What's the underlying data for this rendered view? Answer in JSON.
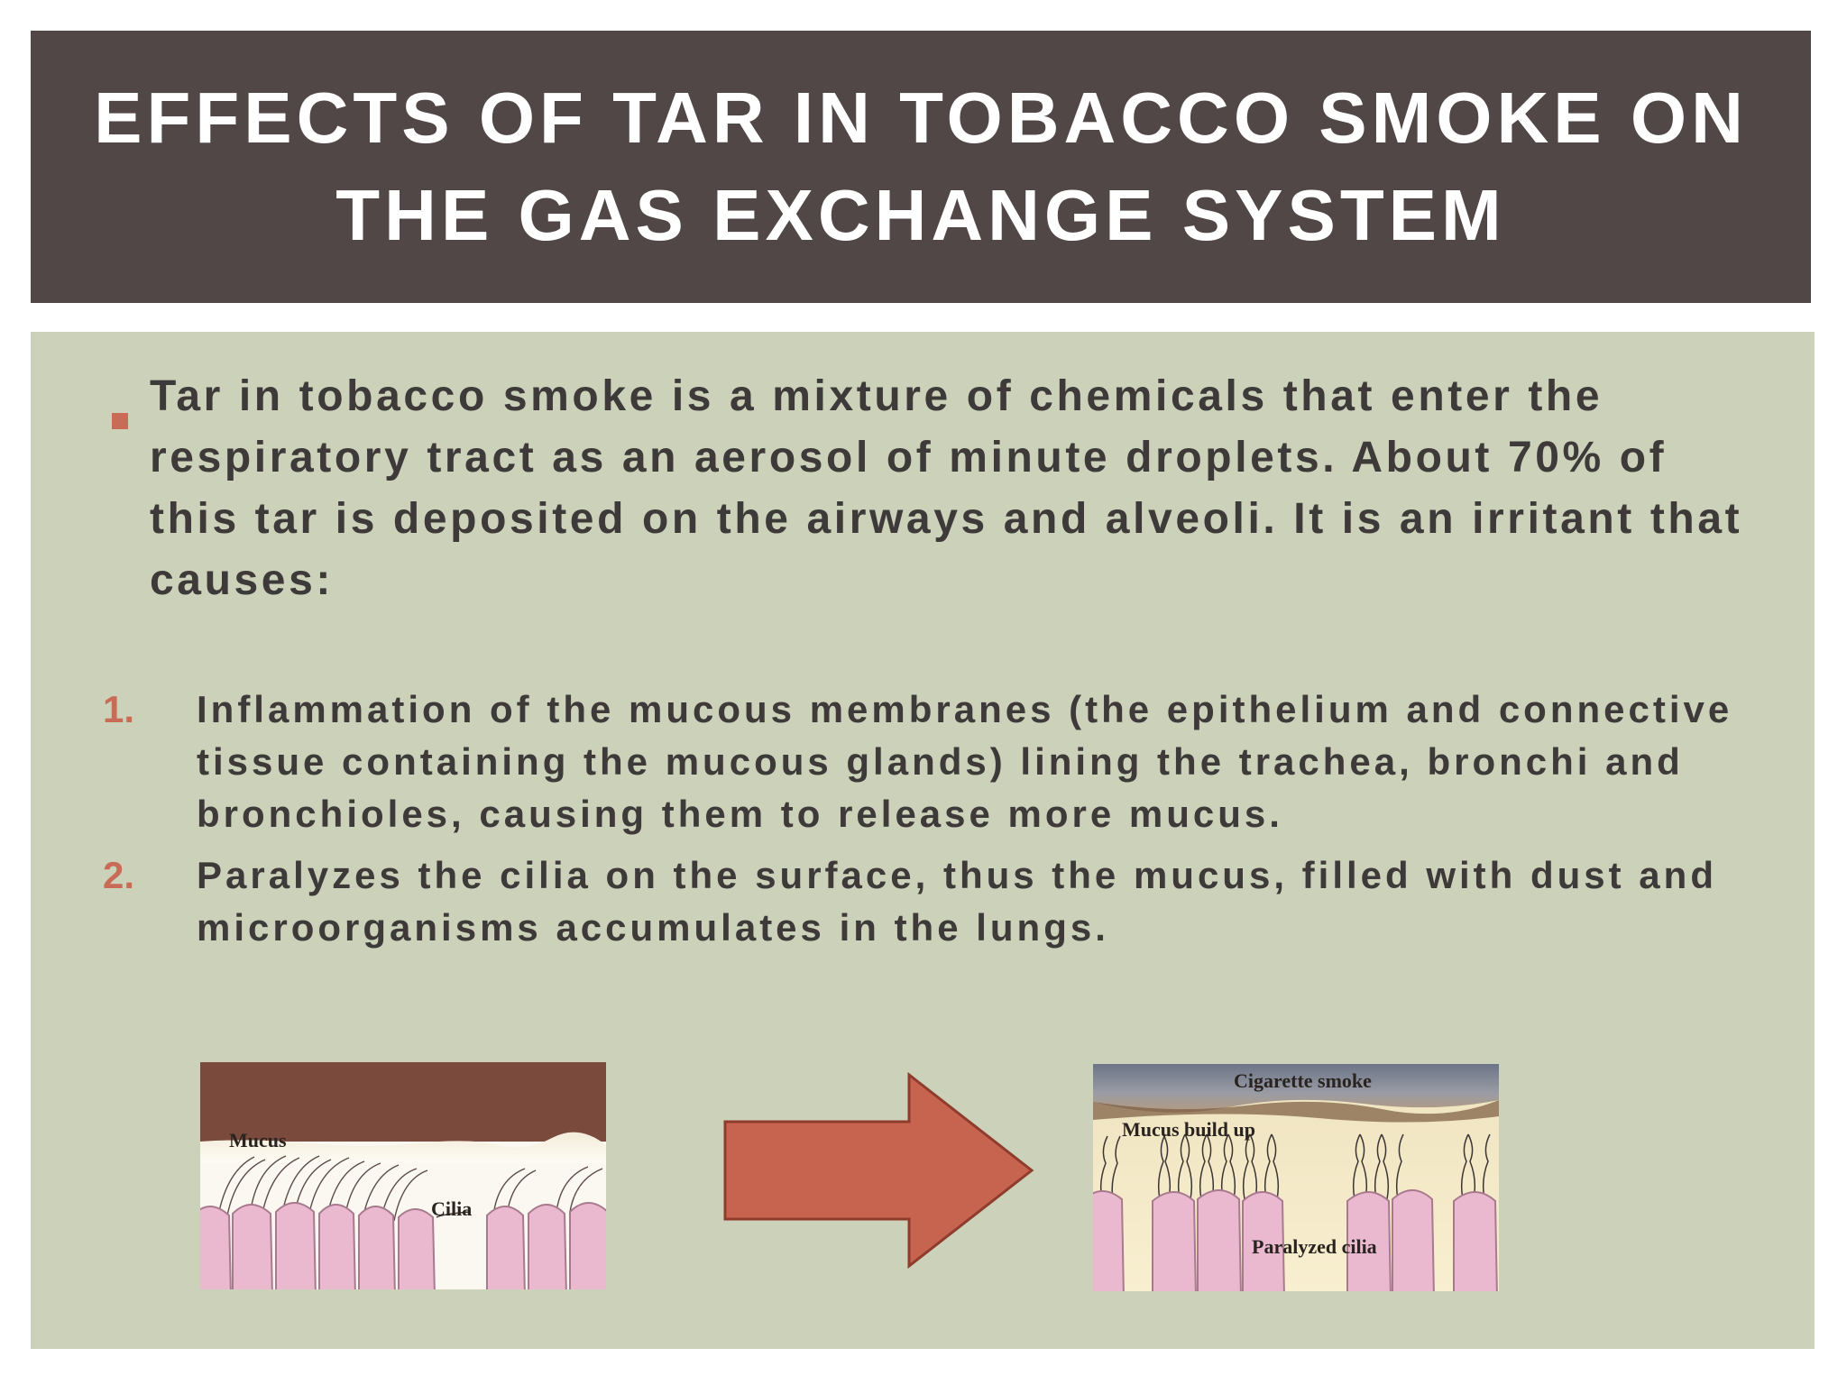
{
  "slide": {
    "title": "EFFECTS OF TAR IN TOBACCO SMOKE ON THE GAS EXCHANGE SYSTEM",
    "bullet": "Tar in tobacco smoke is a mixture of chemicals that enter the respiratory tract as an aerosol of minute droplets. About 70% of this tar is deposited on the airways and alveoli. It is an irritant that causes:",
    "numbered": [
      {
        "num": "1.",
        "text": "Inflammation of the mucous membranes (the epithelium and connective tissue containing the mucous glands) lining the trachea, bronchi and bronchioles, causing them to release more mucus."
      },
      {
        "num": "2.",
        "text": "Paralyzes the cilia on the surface, thus the mucus, filled with dust and microorganisms accumulates in the lungs."
      }
    ]
  },
  "images": {
    "healthy": {
      "label_mucus": "Mucus",
      "label_cilia": "Cilia"
    },
    "damaged": {
      "label_smoke": "Cigarette smoke",
      "label_mucus": "Mucus build up",
      "label_cilia": "Paralyzed cilia"
    }
  },
  "colors": {
    "title_bg": "#514746",
    "content_bg": "#ccd1b9",
    "accent": "#c96c57",
    "text": "#3e3a39"
  },
  "icons": {
    "bullet": "square-bullet-icon",
    "arrow": "right-arrow-icon"
  }
}
